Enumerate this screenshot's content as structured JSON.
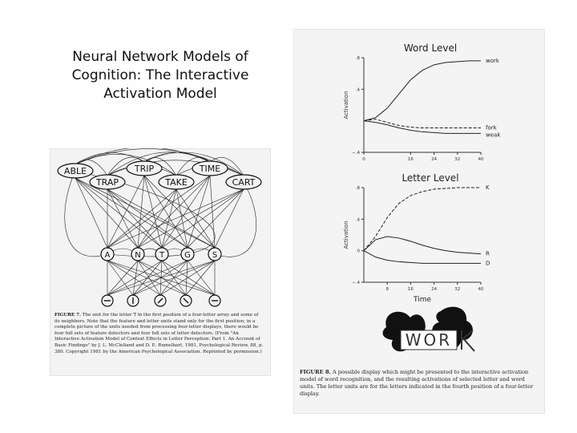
{
  "slide": {
    "title": "Neural Network Models of Cognition: The Interactive Activation Model"
  },
  "figure7": {
    "word_units": [
      "ABLE",
      "TRIP",
      "TIME",
      "TRAP",
      "TAKE",
      "CART"
    ],
    "letter_units": [
      "A",
      "N",
      "T",
      "G",
      "S"
    ],
    "caption_label": "FIGURE 7.",
    "caption_text": "The unit for the letter T in the first position of a four-letter array and some of its neighbors. Note that the feature and letter units stand only for the first position; in a complete picture of the units needed from processing four-letter displays, there would be four full sets of feature detectors and four full sets of letter detectors. (From \"An Interactive Activation Model of Context Effects in Letter Perception: Part 1. An Account of Basic Findings\" by J. L. McClelland and D. E. Rumelhart, 1981, Psychological Review, 88, p. 380. Copyright 1981 by the American Psychological Association. Reprinted by permission.)"
  },
  "figure8": {
    "caption_label": "FIGURE 8.",
    "caption_text": "A possible display which might be presented to the interactive activation model of word recognition, and the resulting activations of selected letter and word units. The letter units are for the letters indicated in the fourth position of a four-letter display.",
    "display_letters": "WOR"
  },
  "chart_data": [
    {
      "type": "line",
      "title": "Word Level",
      "xlabel": "",
      "ylabel": "Activation",
      "xlim": [
        0,
        40
      ],
      "ylim": [
        -0.4,
        0.8
      ],
      "xticks": [
        0,
        16,
        24,
        32,
        40
      ],
      "yticks": [
        -0.4,
        0.4,
        0.8
      ],
      "grid": false,
      "series": [
        {
          "name": "work",
          "style": "solid",
          "x": [
            0,
            4,
            8,
            12,
            16,
            20,
            24,
            28,
            32,
            36,
            40
          ],
          "values": [
            0.0,
            0.04,
            0.16,
            0.34,
            0.52,
            0.64,
            0.71,
            0.74,
            0.75,
            0.76,
            0.76
          ]
        },
        {
          "name": "fork",
          "style": "dashed",
          "x": [
            0,
            4,
            8,
            12,
            16,
            20,
            24,
            28,
            32,
            36,
            40
          ],
          "values": [
            0.0,
            0.02,
            -0.02,
            -0.06,
            -0.08,
            -0.09,
            -0.09,
            -0.09,
            -0.09,
            -0.09,
            -0.09
          ]
        },
        {
          "name": "weak",
          "style": "solid",
          "x": [
            0,
            4,
            8,
            12,
            16,
            20,
            24,
            28,
            32,
            36,
            40
          ],
          "values": [
            0.0,
            -0.02,
            -0.05,
            -0.09,
            -0.12,
            -0.14,
            -0.15,
            -0.16,
            -0.16,
            -0.16,
            -0.16
          ]
        }
      ]
    },
    {
      "type": "line",
      "title": "Letter Level",
      "xlabel": "Time",
      "ylabel": "Activation",
      "xlim": [
        0,
        40
      ],
      "ylim": [
        -0.4,
        0.8
      ],
      "xticks": [
        8,
        16,
        24,
        32,
        40
      ],
      "yticks": [
        -0.4,
        0.0,
        0.4,
        0.8
      ],
      "grid": false,
      "series": [
        {
          "name": "K",
          "style": "dashed",
          "x": [
            0,
            4,
            8,
            12,
            16,
            20,
            24,
            28,
            32,
            36,
            40
          ],
          "values": [
            0.0,
            0.18,
            0.42,
            0.6,
            0.7,
            0.75,
            0.78,
            0.79,
            0.8,
            0.8,
            0.8
          ]
        },
        {
          "name": "R",
          "style": "solid",
          "x": [
            0,
            4,
            8,
            12,
            16,
            20,
            24,
            28,
            32,
            36,
            40
          ],
          "values": [
            0.0,
            0.14,
            0.18,
            0.16,
            0.12,
            0.07,
            0.03,
            0.0,
            -0.02,
            -0.03,
            -0.04
          ]
        },
        {
          "name": "D",
          "style": "solid",
          "x": [
            0,
            4,
            8,
            12,
            16,
            20,
            24,
            28,
            32,
            36,
            40
          ],
          "values": [
            0.0,
            -0.08,
            -0.12,
            -0.14,
            -0.15,
            -0.16,
            -0.16,
            -0.16,
            -0.16,
            -0.16,
            -0.16
          ]
        }
      ]
    }
  ]
}
